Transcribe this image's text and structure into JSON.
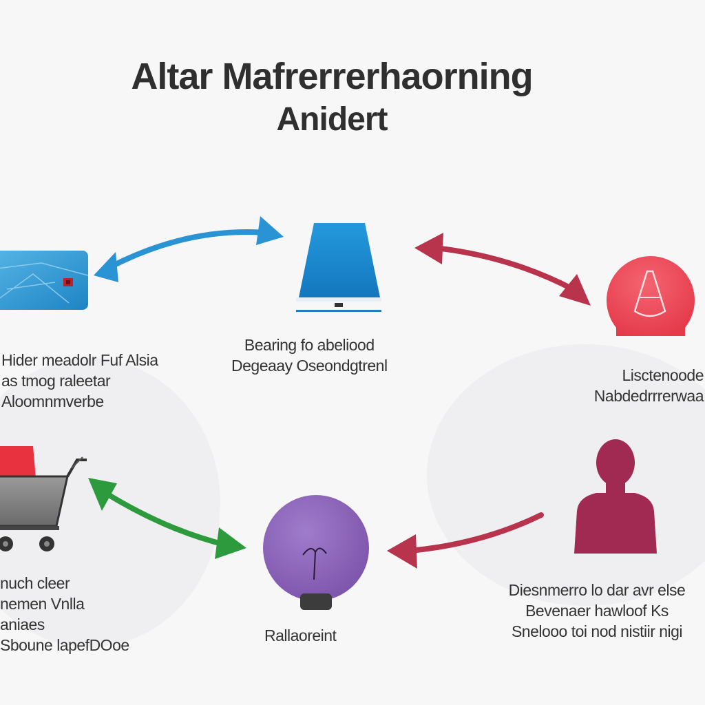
{
  "title": {
    "line1": "Altar Mafrerrerhaorning",
    "line2": "Anidert"
  },
  "nodes": {
    "card": {
      "icon": "credit-card-icon",
      "color": "#2f9bd6",
      "caption": [
        "Hider meadolr Fuf Alsia",
        "as tmog raleetar",
        "Aloomnmverbe"
      ]
    },
    "device": {
      "icon": "tablet-device-icon",
      "color": "#1f8fd4",
      "caption": [
        "Bearing fo abeliood",
        "Degeaay Oseondgtrenl"
      ]
    },
    "profile": {
      "icon": "letter-a-badge-icon",
      "color": "#ef4d5a",
      "caption": [
        "Lisctenoode",
        "Nabdedrrrerwaa"
      ]
    },
    "cart": {
      "icon": "shopping-cart-icon",
      "color": "#e8323f",
      "caption": [
        "nuch cleer",
        "nemen Vnlla",
        "aniaes",
        "Sboune lapefDOoe"
      ]
    },
    "bulb": {
      "icon": "lightbulb-icon",
      "color": "#8a62b8",
      "caption": [
        "Rallaoreint"
      ]
    },
    "person": {
      "icon": "person-icon",
      "color": "#a12a52",
      "caption": [
        "Diesnmerro lo dar avr else",
        "Bevenaer hawloof Ks",
        "Snelooo toi nod nistiir nigi"
      ]
    }
  },
  "arrows": {
    "blue": "#2a93d4",
    "red": "#b8334c",
    "green": "#2e9a3e"
  }
}
